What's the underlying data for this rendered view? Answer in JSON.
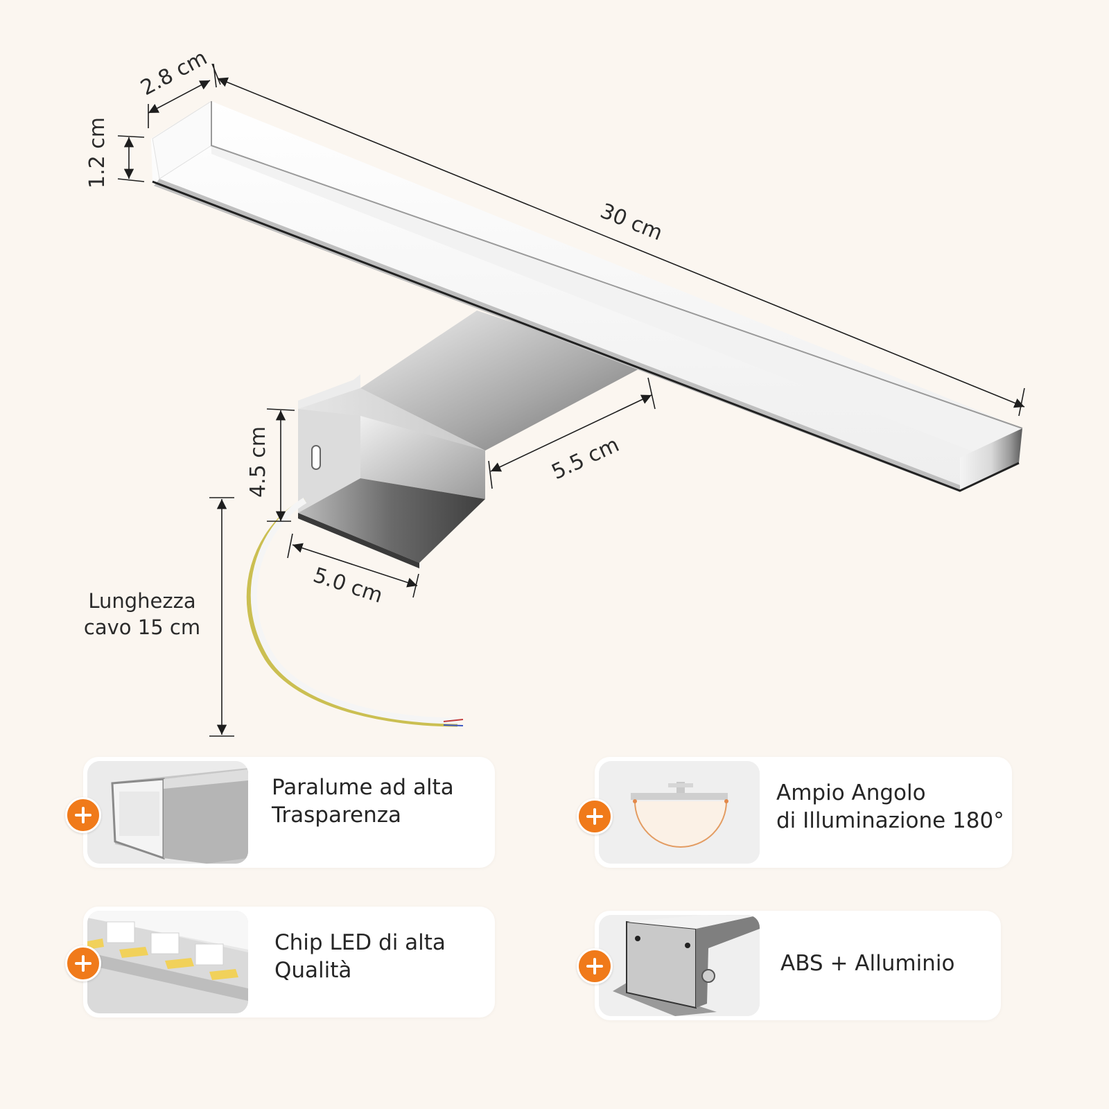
{
  "dimensions": {
    "depth": "2.8 cm",
    "height": "1.2 cm",
    "length": "30 cm",
    "mount_height": "4.5 cm",
    "arm_length": "5.5 cm",
    "mount_width": "5.0 cm"
  },
  "cable": {
    "line1": "Lunghezza",
    "line2": "cavo 15 cm"
  },
  "features": [
    {
      "icon": "lamp-shade-thumbnail",
      "line1": "Paralume ad alta",
      "line2": "Trasparenza"
    },
    {
      "icon": "beam-angle-thumbnail",
      "line1": "Ampio Angolo",
      "line2": "di Illuminazione 180°"
    },
    {
      "icon": "led-chip-thumbnail",
      "line1": "Chip LED di alta",
      "line2": "Qualità"
    },
    {
      "icon": "mount-bracket-thumbnail",
      "line1": "ABS + Alluminio"
    }
  ],
  "colors": {
    "background": "#fbf6f0",
    "accent": "#f07a1a",
    "card": "#ffffff"
  }
}
